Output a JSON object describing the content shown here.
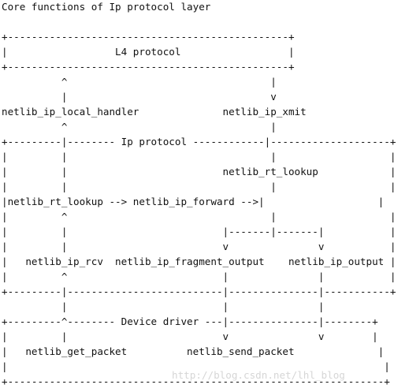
{
  "diagram": {
    "lines": [
      "Core functions of Ip protocol layer",
      "",
      "+-----------------------------------------------+",
      "|                  L4 protocol                  |",
      "+-----------------------------------------------+",
      "          ^                                  |",
      "          |                                  v",
      "netlib_ip_local_handler              netlib_ip_xmit",
      "          ^                                  |",
      "+---------|-------- Ip protocol ------------|--------------------+",
      "|         |                                  |                   |",
      "|         |                          netlib_rt_lookup            |",
      "|         |                                  |                   |",
      "|netlib_rt_lookup --> netlib_ip_forward -->|                   |",
      "|         ^                                  |                   |",
      "|         |                          |-------|-------|           |",
      "|         |                          v               v           |",
      "|   netlib_ip_rcv  netlib_ip_fragment_output    netlib_ip_output |",
      "|         ^                          |               |           |",
      "+---------|--------------------------|---------------|-----------+",
      "          |                          |               |",
      "+---------^-------- Device driver ---|---------------|--------+",
      "|         |                          v               v        |",
      "|   netlib_get_packet          netlib_send_packet              |",
      "|                                                               |",
      "+---------------------------------------------------------------+"
    ]
  },
  "watermark": {
    "text": "http://blog.csdn.net/lhl_blog"
  }
}
